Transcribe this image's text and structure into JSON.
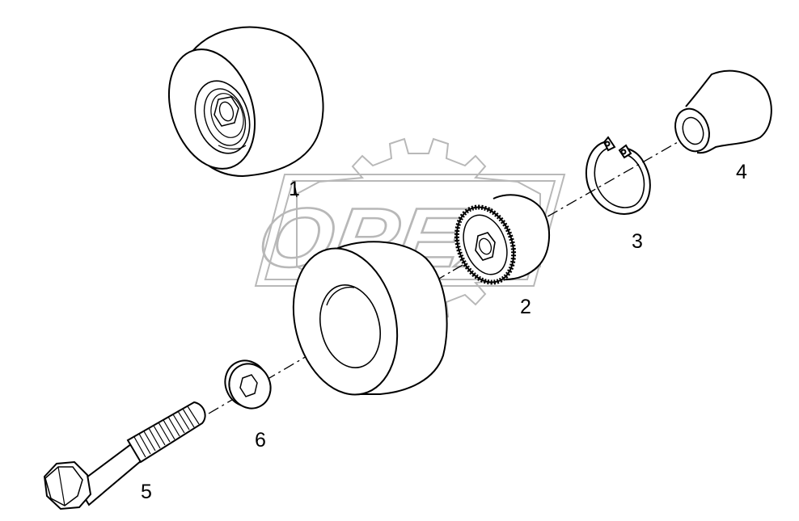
{
  "watermark": {
    "text": "OPEX"
  },
  "callouts": {
    "part_1": "1",
    "part_2": "2",
    "part_3": "3",
    "part_4": "4",
    "part_5": "5",
    "part_6": "6"
  },
  "colors": {
    "line": "#000000",
    "watermark": "#b8b8b8",
    "background": "#ffffff"
  }
}
